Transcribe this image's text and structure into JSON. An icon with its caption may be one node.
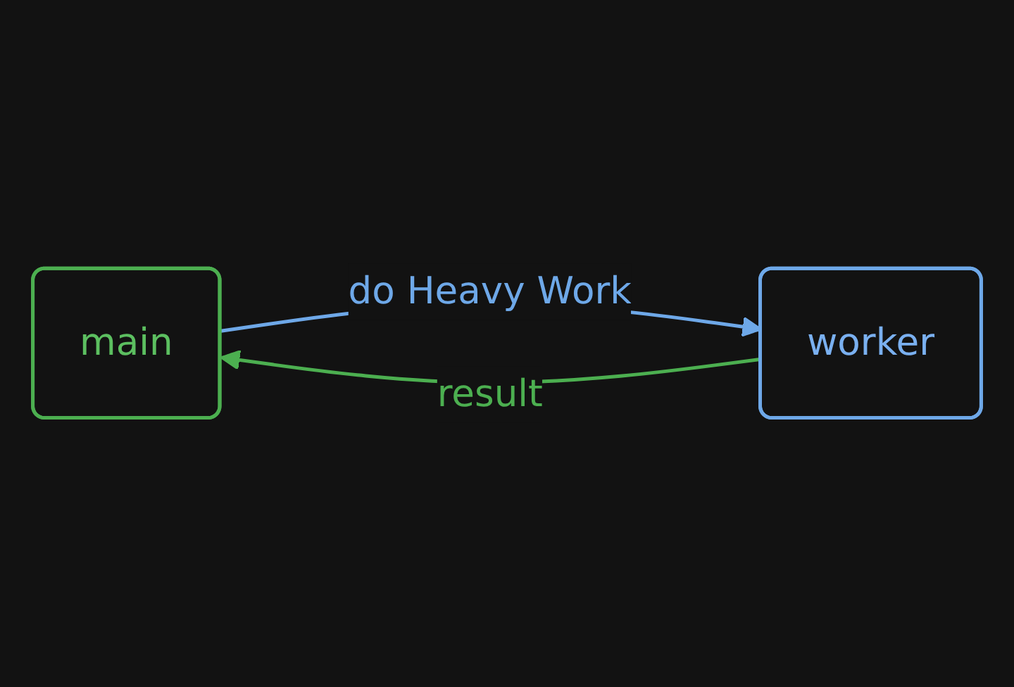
{
  "diagram": {
    "nodes": [
      {
        "text": [
          "main"
        ]
      },
      {
        "text": [
          "worker"
        ]
      }
    ],
    "edges": [
      {
        "from": 0,
        "to": 1,
        "arrow": "to",
        "label": "do Heavy Work",
        "color": "#6ea8e8"
      },
      {
        "from": 1,
        "to": 0,
        "arrow": "to",
        "label": "result",
        "color": "#4caf50"
      }
    ]
  }
}
